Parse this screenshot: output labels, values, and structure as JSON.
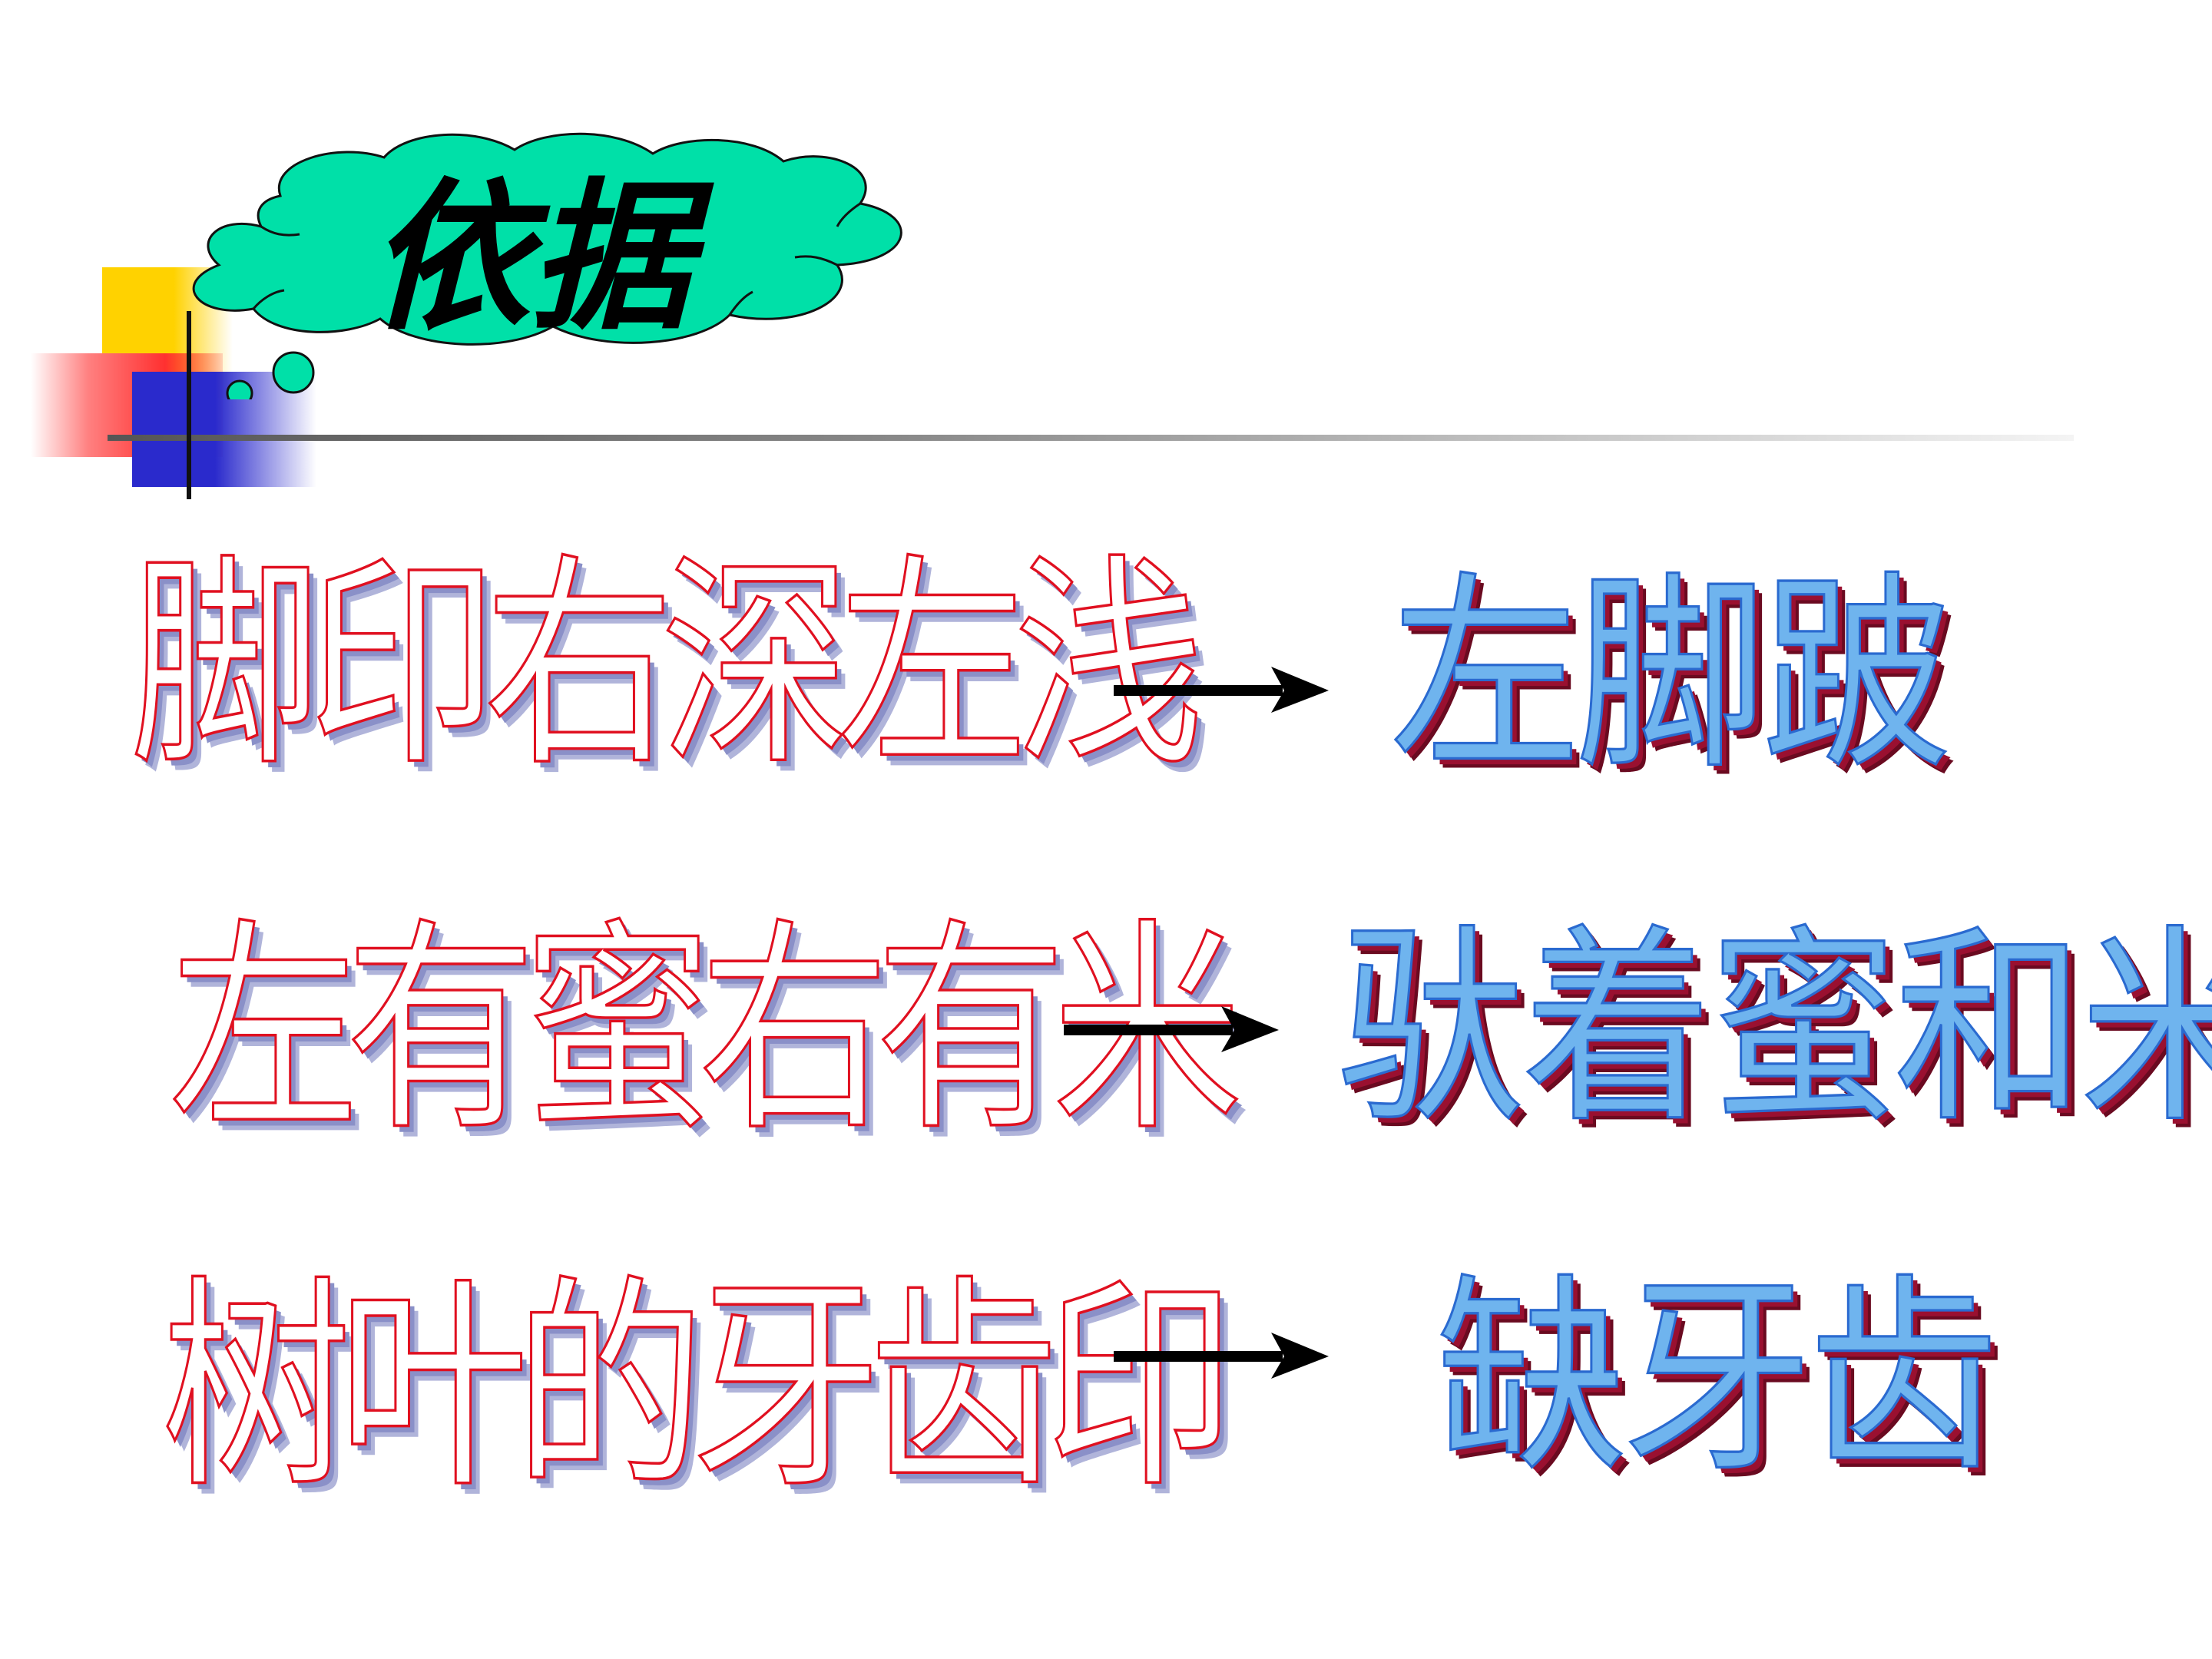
{
  "slide": {
    "title": "依据",
    "rows": [
      {
        "cause": "脚印右深左浅",
        "result": "左脚跛"
      },
      {
        "cause": "左有蜜右有米",
        "result": "驮着蜜和米"
      },
      {
        "cause": "树叶的牙齿印",
        "result": "缺牙齿"
      }
    ],
    "arrow_icon": "right-arrow-icon"
  },
  "colors": {
    "cloud_fill": "#00e0a8",
    "left_text_outline": "#e01020",
    "right_text_fill": "#6fb4ee",
    "right_text_shadow": "#9a1030"
  }
}
